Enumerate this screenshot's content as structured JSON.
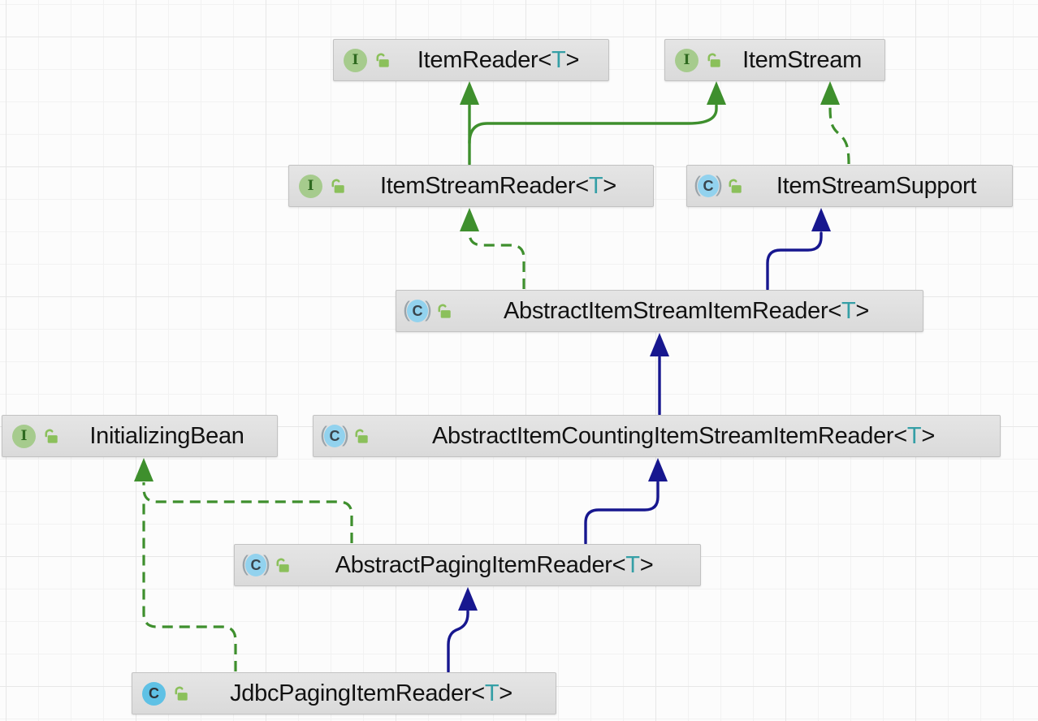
{
  "diagram": {
    "kind_description": "UML class inheritance diagram",
    "nodes": [
      {
        "id": "item-reader",
        "label": "ItemReader",
        "generic": "T",
        "kind": "interface",
        "visibility": "public"
      },
      {
        "id": "item-stream",
        "label": "ItemStream",
        "generic": null,
        "kind": "interface",
        "visibility": "public"
      },
      {
        "id": "item-stream-reader",
        "label": "ItemStreamReader",
        "generic": "T",
        "kind": "interface",
        "visibility": "public"
      },
      {
        "id": "item-stream-support",
        "label": "ItemStreamSupport",
        "generic": null,
        "kind": "abstract-class",
        "visibility": "public"
      },
      {
        "id": "abstract-item-stream-item-reader",
        "label": "AbstractItemStreamItemReader",
        "generic": "T",
        "kind": "abstract-class",
        "visibility": "public"
      },
      {
        "id": "initializing-bean",
        "label": "InitializingBean",
        "generic": null,
        "kind": "interface",
        "visibility": "public"
      },
      {
        "id": "abstract-item-counting-item-stream-item-reader",
        "label": "AbstractItemCountingItemStreamItemReader",
        "generic": "T",
        "kind": "abstract-class",
        "visibility": "public"
      },
      {
        "id": "abstract-paging-item-reader",
        "label": "AbstractPagingItemReader",
        "generic": "T",
        "kind": "abstract-class",
        "visibility": "public"
      },
      {
        "id": "jdbc-paging-item-reader",
        "label": "JdbcPagingItemReader",
        "generic": "T",
        "kind": "class",
        "visibility": "public"
      }
    ],
    "edges": [
      {
        "from": "item-stream-reader",
        "to": "item-reader",
        "relation": "extends",
        "style": "solid",
        "color": "green"
      },
      {
        "from": "item-stream-reader",
        "to": "item-stream",
        "relation": "extends",
        "style": "solid",
        "color": "green"
      },
      {
        "from": "item-stream-support",
        "to": "item-stream",
        "relation": "implements",
        "style": "dashed",
        "color": "green"
      },
      {
        "from": "abstract-item-stream-item-reader",
        "to": "item-stream-reader",
        "relation": "implements",
        "style": "dashed",
        "color": "green"
      },
      {
        "from": "abstract-item-stream-item-reader",
        "to": "item-stream-support",
        "relation": "extends",
        "style": "solid",
        "color": "navy"
      },
      {
        "from": "abstract-item-counting-item-stream-item-reader",
        "to": "abstract-item-stream-item-reader",
        "relation": "extends",
        "style": "solid",
        "color": "navy"
      },
      {
        "from": "abstract-paging-item-reader",
        "to": "abstract-item-counting-item-stream-item-reader",
        "relation": "extends",
        "style": "solid",
        "color": "navy"
      },
      {
        "from": "abstract-paging-item-reader",
        "to": "initializing-bean",
        "relation": "implements",
        "style": "dashed",
        "color": "green"
      },
      {
        "from": "jdbc-paging-item-reader",
        "to": "abstract-paging-item-reader",
        "relation": "extends",
        "style": "solid",
        "color": "navy"
      },
      {
        "from": "jdbc-paging-item-reader",
        "to": "initializing-bean",
        "relation": "implements",
        "style": "dashed",
        "color": "green"
      }
    ],
    "icons": {
      "interface_glyph": "I",
      "class_glyph": "C",
      "abstract_class_glyph": "C",
      "visibility_icon": "public-open-lock"
    },
    "colors": {
      "green": "#3E8F2D",
      "navy": "#17178F",
      "generic_type": "#359FA6",
      "node_bg": "#DEDEDE",
      "node_border": "#C2C2C2",
      "interface_icon_bg": "#A6CB8D",
      "class_icon_bg": "#5FC1E5",
      "abstract_icon_bg": "#92D2EE",
      "lock_green": "#8BC05B"
    }
  }
}
